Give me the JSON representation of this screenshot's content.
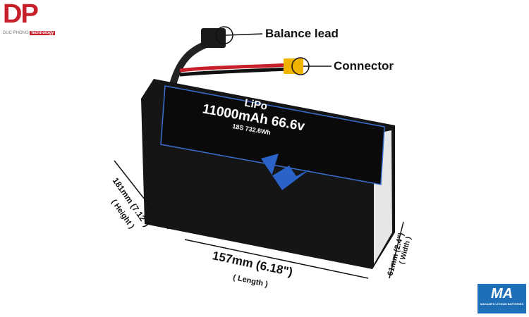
{
  "logo_left": {
    "text": "DP",
    "subtitle_left": "DUC PHONG",
    "subtitle_right": "technology"
  },
  "logo_right": {
    "text": "MA",
    "subtitle": "MAXAMPS LITHIUM BATTERIES"
  },
  "callouts": {
    "balance_lead": "Balance lead",
    "connector": "Connector"
  },
  "battery_label": {
    "chemistry": "LiPo",
    "capacity": "11000mAh 66.6v",
    "spec": "18S 732.6Wh"
  },
  "dimensions": {
    "length": "157mm (6.18\")",
    "length_caption": "( Length )",
    "height": "181mm (7.12\")",
    "height_caption": "( Height )",
    "width": "61mm (2.4\")",
    "width_caption": "( Width )"
  },
  "colors": {
    "brand_red": "#c8202a",
    "brand_blue": "#1e6fb8",
    "connector_yellow": "#f0b400"
  }
}
